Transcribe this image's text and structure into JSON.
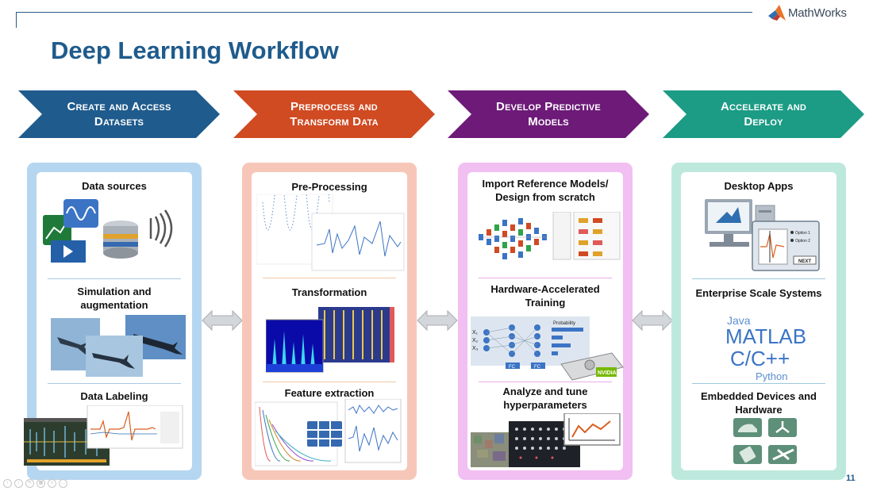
{
  "header": {
    "brand": "MathWorks",
    "title": "Deep Learning Workflow"
  },
  "steps": [
    {
      "line1": "Create and Access",
      "line2": "Datasets",
      "color": "#1f5b8c"
    },
    {
      "line1": "Preprocess and",
      "line2": "Transform Data",
      "color": "#d04a22"
    },
    {
      "line1": "Develop Predictive",
      "line2": "Models",
      "color": "#6d1a78"
    },
    {
      "line1": "Accelerate and",
      "line2": "Deploy",
      "color": "#1c9b85"
    }
  ],
  "panels": [
    {
      "sections": [
        "Data sources",
        "Simulation and augmentation",
        "Data Labeling"
      ]
    },
    {
      "sections": [
        "Pre-Processing",
        "Transformation",
        "Feature extraction"
      ]
    },
    {
      "sections": [
        "Import Reference Models/ Design from scratch",
        "Hardware-Accelerated Training",
        "Analyze and tune hyperparameters"
      ]
    },
    {
      "sections": [
        "Desktop Apps",
        "Enterprise Scale Systems",
        "Embedded Devices and Hardware"
      ]
    }
  ],
  "languages": [
    "Java",
    "MATLAB",
    "C/C++",
    "Python"
  ],
  "diagram_labels": {
    "inputs": [
      "X₁",
      "X₂",
      "X₃"
    ],
    "layers": [
      "FC",
      "FC"
    ],
    "probability": "Probability",
    "gpu_brand": "NVIDIA",
    "option1": "Option 1",
    "option2": "Option 2",
    "next": "NEXT"
  },
  "page_number": "11",
  "colors": {
    "title": "#1f5b8c",
    "panel1": "#b5d6f0",
    "panel2": "#f6c7b8",
    "panel3": "#f1bff2",
    "panel4": "#bde9dd"
  }
}
